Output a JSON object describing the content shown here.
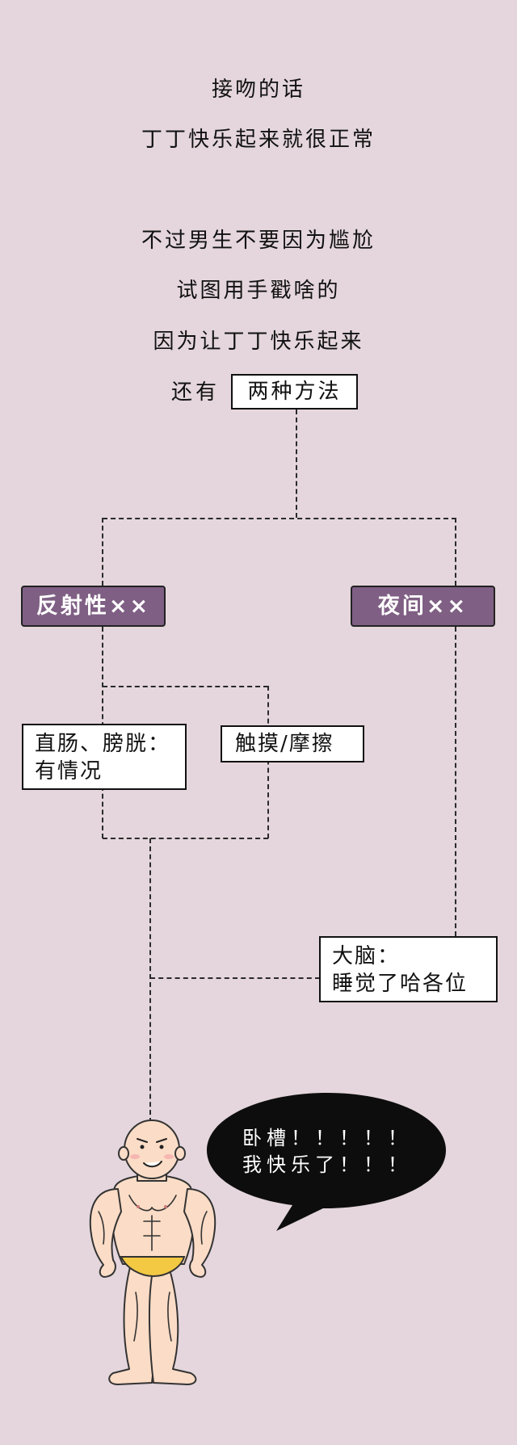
{
  "intro": {
    "line1": "接吻的话",
    "line2": "丁丁快乐起来就很正常",
    "line3": "不过男生不要因为尴尬",
    "line4": "试图用手戳啥的",
    "line5": "因为让丁丁快乐起来",
    "line6_prefix": "还有",
    "line6_box": "两种方法"
  },
  "branches": {
    "reflex": "反射性××",
    "night": "夜间××"
  },
  "sub": {
    "rectum_line1": "直肠、膀胱：",
    "rectum_line2": "有情况",
    "touch": "触摸/摩擦"
  },
  "brain": {
    "line1": "大脑：",
    "line2": "睡觉了哈各位"
  },
  "speech": {
    "line1": "卧槽！！！！！",
    "line2": "我快乐了！！！"
  },
  "colors": {
    "background": "#e4d6dc",
    "purple_box": "#7f5f84",
    "bubble": "#0d0d0d",
    "briefs": "#f3c843"
  }
}
